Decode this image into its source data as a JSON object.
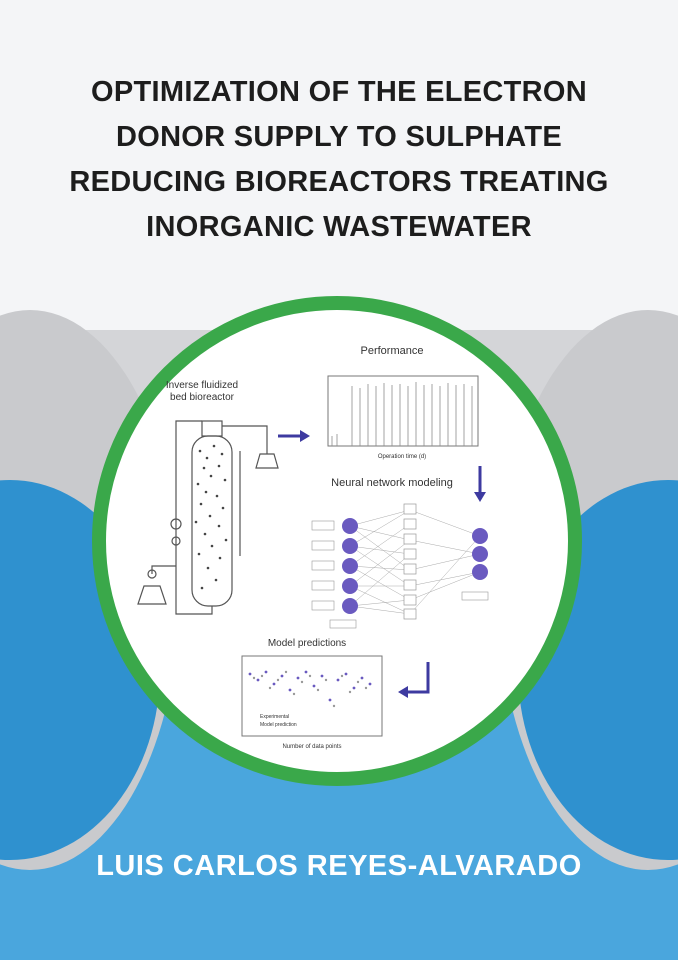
{
  "title_lines": [
    "OPTIMIZATION OF THE ELECTRON",
    "DONOR SUPPLY TO SULPHATE",
    "REDUCING BIOREACTORS TREATING",
    "INORGANIC WASTEWATER"
  ],
  "author": "LUIS CARLOS REYES-ALVARADO",
  "diagram": {
    "bioreactor_label_1": "Inverse fluidized",
    "bioreactor_label_2": "bed bioreactor",
    "performance_title": "Performance",
    "neural_title": "Neural network modeling",
    "model_title": "Model predictions",
    "perf_xlabel": "Operation time (d)",
    "model_xlabel": "Number of data points",
    "legend_experimental": "Experimental",
    "legend_model": "Model prediction"
  },
  "colors": {
    "ring": "#3aa84a",
    "sky": "#4aa6dd",
    "node": "#6a5ac0",
    "arrow": "#3d3aa0"
  }
}
